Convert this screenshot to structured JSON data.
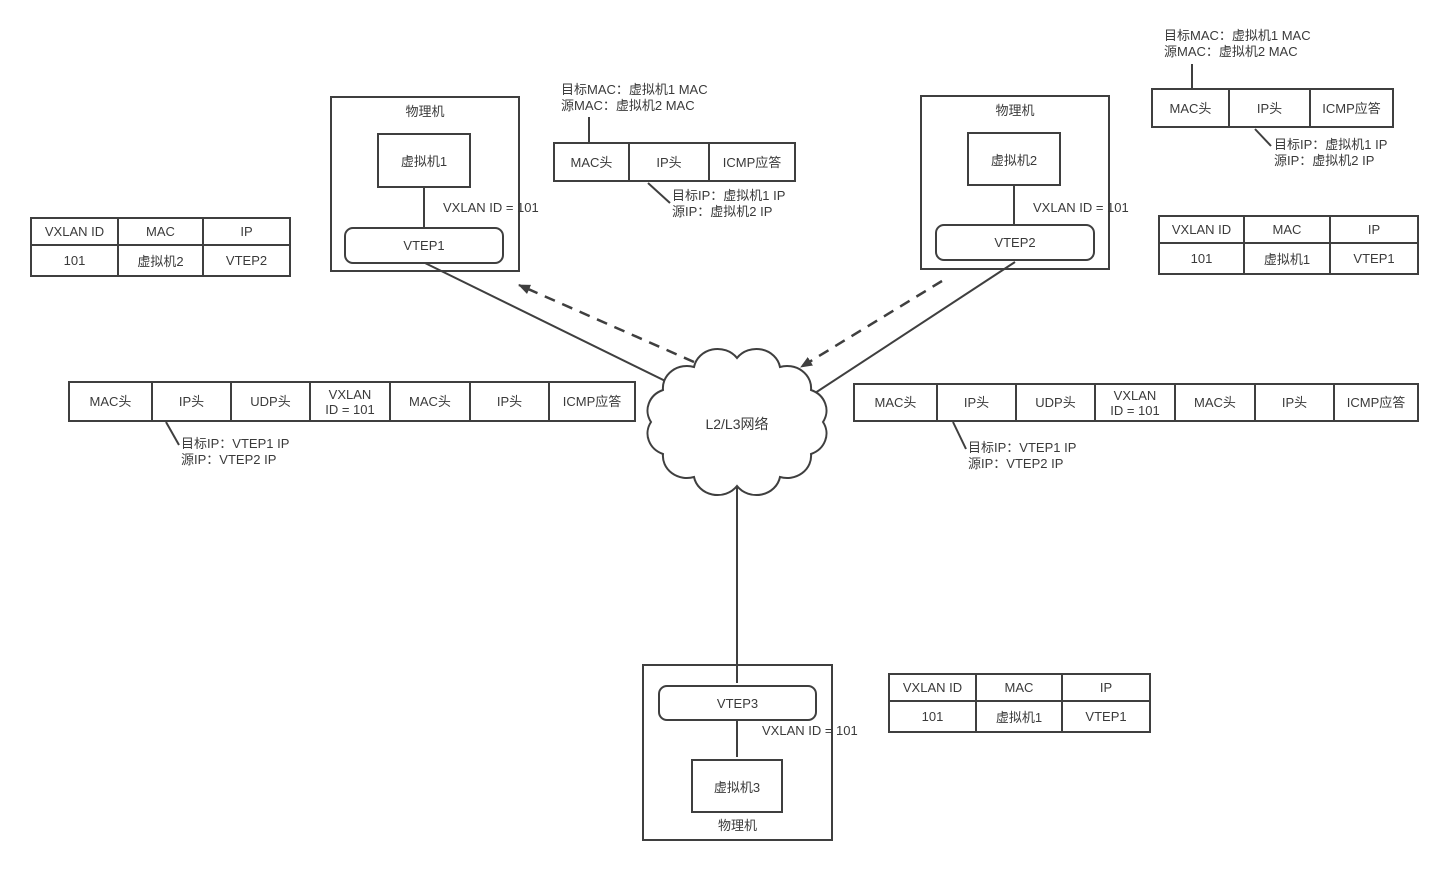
{
  "colors": {
    "line": "#3f3f3f",
    "text": "#3a3a3a",
    "background": "#ffffff"
  },
  "cloud": {
    "label": "L2/L3网络"
  },
  "hosts": {
    "pm1": {
      "title": "物理机",
      "vm": "虚拟机1",
      "vtep": "VTEP1",
      "vxlan_label": "VXLAN ID = 101"
    },
    "pm2": {
      "title": "物理机",
      "vm": "虚拟机2",
      "vtep": "VTEP2",
      "vxlan_label": "VXLAN ID = 101"
    },
    "pm3": {
      "title": "物理机",
      "vm": "虚拟机3",
      "vtep": "VTEP3",
      "vxlan_label": "VXLAN ID = 101"
    }
  },
  "packets": {
    "inner_left": {
      "cells": [
        "MAC头",
        "IP头",
        "ICMP应答"
      ],
      "note_mac": "目标MAC：虚拟机1 MAC\n源MAC：虚拟机2 MAC",
      "note_ip": "目标IP：虚拟机1 IP\n源IP：虚拟机2 IP"
    },
    "inner_right": {
      "cells": [
        "MAC头",
        "IP头",
        "ICMP应答"
      ],
      "note_mac": "目标MAC：虚拟机1 MAC\n源MAC：虚拟机2 MAC",
      "note_ip": "目标IP：虚拟机1 IP\n源IP：虚拟机2 IP"
    },
    "outer_left": {
      "cells": [
        "MAC头",
        "IP头",
        "UDP头",
        "VXLAN\nID = 101",
        "MAC头",
        "IP头",
        "ICMP应答"
      ],
      "note_ip": "目标IP：VTEP1 IP\n源IP：VTEP2 IP"
    },
    "outer_right": {
      "cells": [
        "MAC头",
        "IP头",
        "UDP头",
        "VXLAN\nID = 101",
        "MAC头",
        "IP头",
        "ICMP应答"
      ],
      "note_ip": "目标IP：VTEP1 IP\n源IP：VTEP2 IP"
    }
  },
  "tables": {
    "left": {
      "headers": [
        "VXLAN ID",
        "MAC",
        "IP"
      ],
      "row": [
        "101",
        "虚拟机2",
        "VTEP2"
      ]
    },
    "right": {
      "headers": [
        "VXLAN ID",
        "MAC",
        "IP"
      ],
      "row": [
        "101",
        "虚拟机1",
        "VTEP1"
      ]
    },
    "bottom": {
      "headers": [
        "VXLAN ID",
        "MAC",
        "IP"
      ],
      "row": [
        "101",
        "虚拟机1",
        "VTEP1"
      ]
    }
  }
}
